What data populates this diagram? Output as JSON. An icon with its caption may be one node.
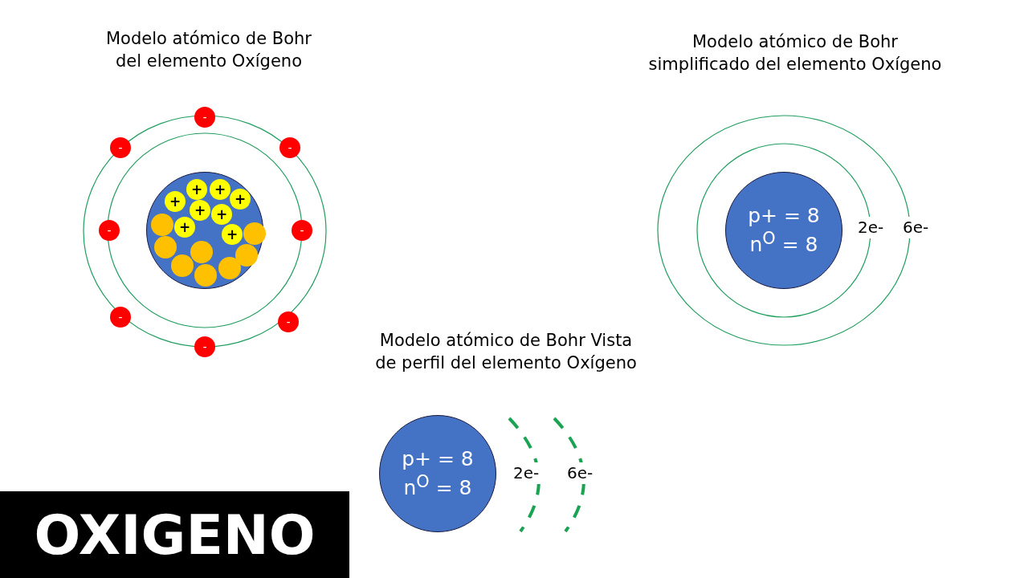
{
  "diagram": {
    "title": "OXIGENO",
    "nodes": [
      {
        "text": [],
        "shape": "circle"
      },
      {
        "text": [
          "+"
        ],
        "in": 0
      },
      {
        "text": [
          "+"
        ],
        "in": 0
      },
      {
        "text": [
          "+"
        ],
        "in": 0
      },
      {
        "text": [
          "+"
        ],
        "in": 0
      },
      {
        "text": [
          "+"
        ],
        "in": 0
      },
      {
        "text": [
          "+"
        ],
        "in": 0
      },
      {
        "text": [
          "+"
        ],
        "in": 0
      },
      {
        "text": [
          "+"
        ],
        "in": 0
      },
      {
        "text": [],
        "shape": "circle",
        "in": 0
      },
      {
        "text": [],
        "shape": "circle",
        "in": 0
      },
      {
        "text": [],
        "shape": "circle",
        "in": 0
      },
      {
        "text": [],
        "shape": "circle",
        "in": 0
      },
      {
        "text": [],
        "shape": "circle",
        "in": 0
      },
      {
        "text": [],
        "shape": "circle",
        "in": 0
      },
      {
        "text": [],
        "shape": "circle",
        "in": 0
      },
      {
        "text": [],
        "shape": "circle",
        "in": 0
      },
      {
        "text": [
          "-"
        ]
      },
      {
        "text": [
          "-"
        ]
      },
      {
        "text": [
          "-"
        ]
      },
      {
        "text": [
          "-"
        ]
      },
      {
        "text": [
          "-"
        ]
      },
      {
        "text": [
          "-"
        ]
      },
      {
        "text": [
          "-"
        ]
      },
      {
        "text": [
          "-"
        ]
      },
      {
        "text": [
          "p+ = 8",
          "n$^{O}$ = 8"
        ]
      },
      {
        "text": [
          "p+ = 8",
          "n$^{O}$ = 8"
        ]
      }
    ],
    "edges": [],
    "labels": [
      "Modelo atómico de Bohr del elemento Oxígeno",
      "Modelo atómico de Bohr simplificado del elemento Oxígeno",
      "2e-",
      "6e-",
      "Modelo atómico de Bohr Vista de perfil del elemento Oxígeno",
      "2e-",
      "6e-"
    ]
  }
}
